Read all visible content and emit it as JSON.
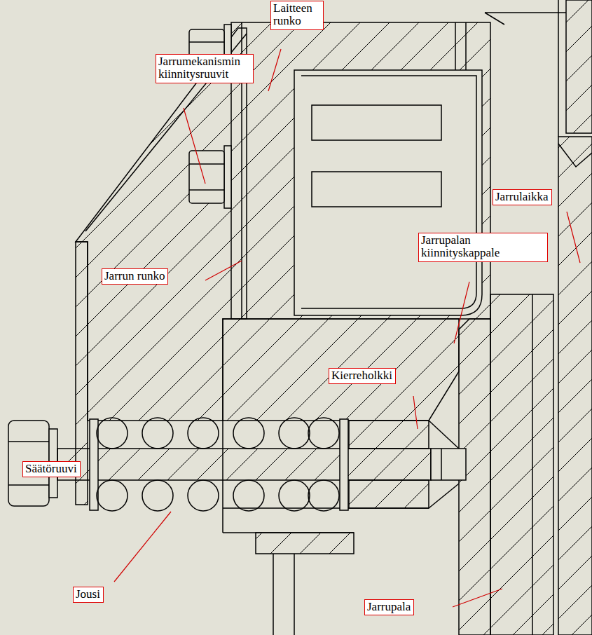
{
  "diagram": {
    "nodes": [
      {
        "text": [
          "Laitteen runko"
        ]
      },
      {
        "text": [
          "Jarrumekanismin kiinnitysruuvit"
        ]
      },
      {
        "text": [
          "Jarrulaikka"
        ]
      },
      {
        "text": [
          "Jarrupalan kiinnityskappale"
        ]
      },
      {
        "text": [
          "Jarrun runko"
        ]
      },
      {
        "text": [
          "Kierreholkki"
        ]
      },
      {
        "text": [
          "Säätöruuvi"
        ]
      },
      {
        "text": [
          "Jousi"
        ]
      },
      {
        "text": [
          "Jarrupala"
        ]
      }
    ]
  }
}
